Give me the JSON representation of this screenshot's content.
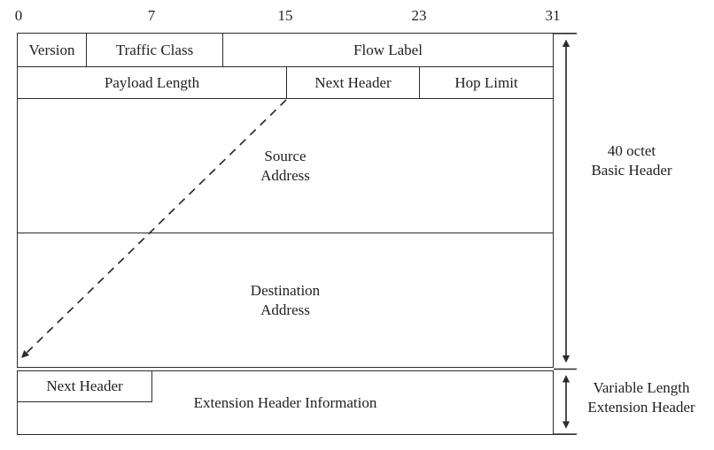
{
  "diagram": {
    "kind": "ipv6-packet-header-structure",
    "ruler": {
      "labels": [
        "0",
        "7",
        "15",
        "23",
        "31"
      ]
    },
    "fields": {
      "version": "Version",
      "traffic_class": "Traffic Class",
      "flow_label": "Flow Label",
      "payload_length": "Payload Length",
      "next_header": "Next Header",
      "hop_limit": "Hop Limit",
      "source_address": "Source\nAddress",
      "destination_address": "Destination\nAddress",
      "ext_next_header": "Next Header",
      "extension_info": "Extension Header Information"
    },
    "annotations": {
      "basic_header": "40 octet\nBasic Header",
      "extension_header": "Variable Length\nExtension Header"
    },
    "colors": {
      "line": "#2b2b2b",
      "text": "#1f1f1f",
      "background": "#ffffff"
    }
  }
}
